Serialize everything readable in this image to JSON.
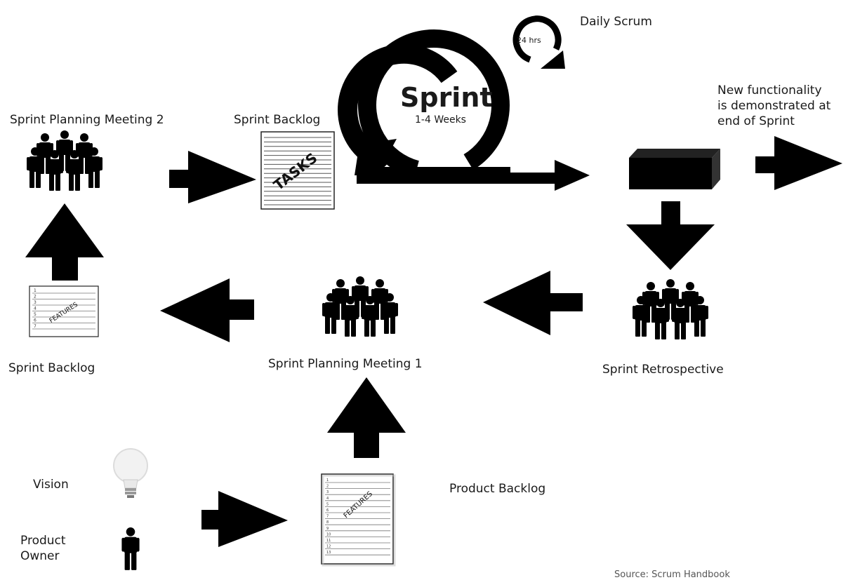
{
  "labels": {
    "daily_scrum": "Daily Scrum",
    "hours": "24 hrs",
    "sprint": "Sprint",
    "sprint_length": "1-4 Weeks",
    "new_functionality": [
      "New functionality",
      "is demonstrated at",
      "end of Sprint"
    ],
    "planning_meeting_2": "Sprint Planning Meeting 2",
    "sprint_backlog_top": "Sprint Backlog",
    "tasks": "TASKS",
    "features_small": "FEATURES",
    "features_product": "FEATURES",
    "sprint_backlog_left": "Sprint Backlog",
    "planning_meeting_1": "Sprint Planning Meeting 1",
    "retrospective": "Sprint Retrospective",
    "vision": "Vision",
    "product_owner": [
      "Product",
      "Owner"
    ],
    "product_backlog": "Product Backlog",
    "credit": "Source: Scrum Handbook"
  },
  "features_small_numbers": [
    "1",
    "2",
    "3",
    "4",
    "5",
    "6",
    "7"
  ],
  "features_product_numbers": [
    "1",
    "2",
    "3",
    "4",
    "5",
    "6",
    "7",
    "8",
    "9",
    "10",
    "11",
    "12",
    "13"
  ],
  "icons": {
    "people_group": "people-group-icon",
    "person": "person-icon",
    "lightbulb": "lightbulb-icon",
    "document": "document-icon",
    "box": "box-icon",
    "cycle": "cycle-arrow-icon",
    "arrow": "arrow-icon"
  },
  "colors": {
    "ink": "#000000",
    "paper": "#ffffff",
    "text": "#1a1a1a"
  }
}
